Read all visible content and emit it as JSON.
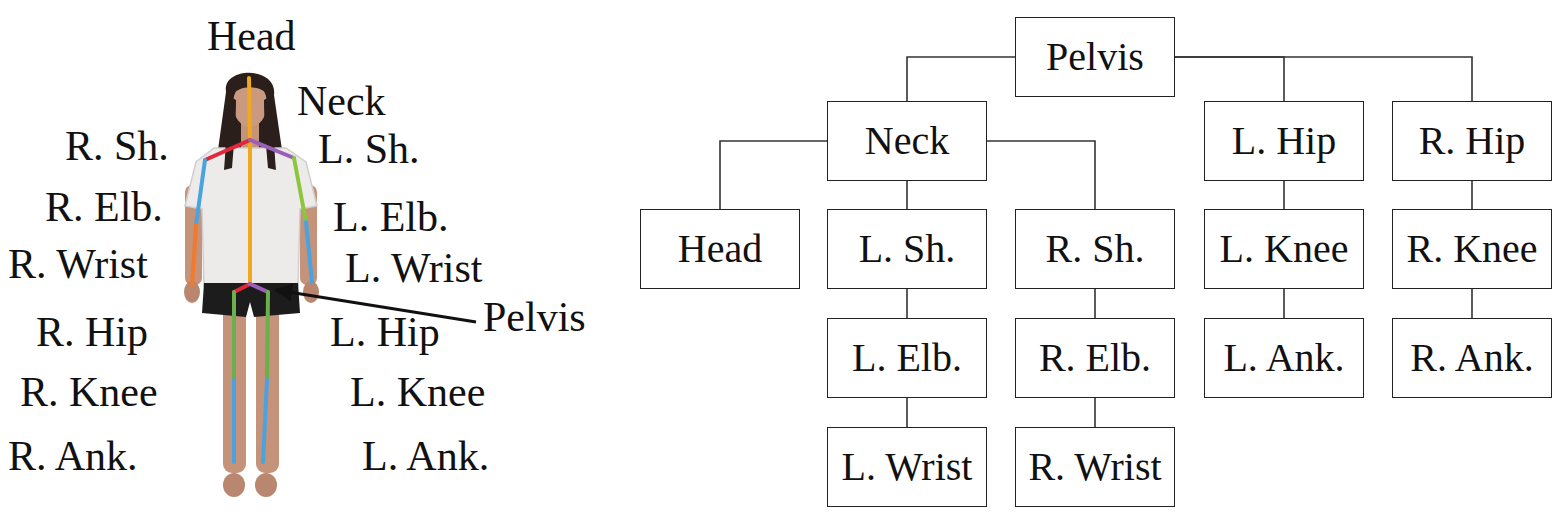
{
  "diagram": {
    "nodes": [
      {
        "text": [
          "Pelvis"
        ]
      },
      {
        "text": [
          "Neck"
        ]
      },
      {
        "text": [
          "L. Hip"
        ]
      },
      {
        "text": [
          "R. Hip"
        ]
      },
      {
        "text": [
          "Head"
        ]
      },
      {
        "text": [
          "L. Sh."
        ]
      },
      {
        "text": [
          "R. Sh."
        ]
      },
      {
        "text": [
          "L. Knee"
        ]
      },
      {
        "text": [
          "R. Knee"
        ]
      },
      {
        "text": [
          "L. Elb."
        ]
      },
      {
        "text": [
          "R. Elb."
        ]
      },
      {
        "text": [
          "L. Ank."
        ]
      },
      {
        "text": [
          "R. Ank."
        ]
      },
      {
        "text": [
          "L. Wrist"
        ]
      },
      {
        "text": [
          "R. Wrist"
        ]
      }
    ],
    "edges": [
      {
        "from": 0,
        "to": 1,
        "arrow": "none"
      },
      {
        "from": 0,
        "to": 2,
        "arrow": "none"
      },
      {
        "from": 0,
        "to": 3,
        "arrow": "none"
      },
      {
        "from": 1,
        "to": 4,
        "arrow": "none"
      },
      {
        "from": 1,
        "to": 5,
        "arrow": "none"
      },
      {
        "from": 1,
        "to": 6,
        "arrow": "none"
      },
      {
        "from": 5,
        "to": 9,
        "arrow": "none"
      },
      {
        "from": 9,
        "to": 13,
        "arrow": "none"
      },
      {
        "from": 6,
        "to": 10,
        "arrow": "none"
      },
      {
        "from": 10,
        "to": 14,
        "arrow": "none"
      },
      {
        "from": 2,
        "to": 7,
        "arrow": "none"
      },
      {
        "from": 7,
        "to": 11,
        "arrow": "none"
      },
      {
        "from": 3,
        "to": 8,
        "arrow": "none"
      },
      {
        "from": 8,
        "to": 12,
        "arrow": "none"
      }
    ],
    "labels": [
      "Head",
      "Neck",
      "R. Sh.",
      "L. Sh.",
      "R. Elb.",
      "L. Elb.",
      "R. Wrist",
      "L. Wrist",
      "Pelvis",
      "R. Hip",
      "L. Hip",
      "R. Knee",
      "L. Knee",
      "R. Ank.",
      "L. Ank."
    ]
  }
}
